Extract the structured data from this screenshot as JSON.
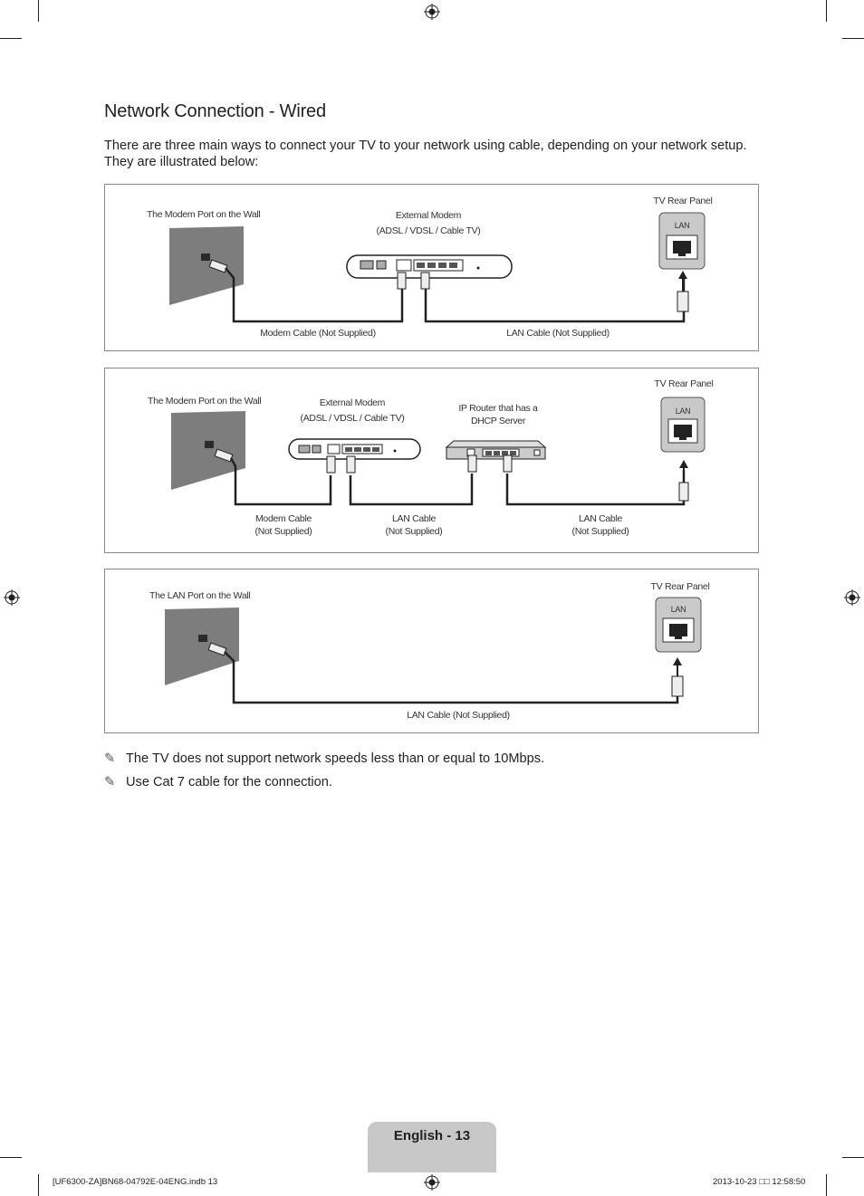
{
  "page": {
    "title": "Network Connection - Wired",
    "intro": "There are three main ways to connect your TV to your network using cable, depending on your network setup. They are illustrated below:"
  },
  "diagram1": {
    "wall_label": "The Modem Port on the Wall",
    "modem_label_1": "External Modem",
    "modem_label_2": "(ADSL / VDSL / Cable TV)",
    "tv_label": "TV Rear Panel",
    "lan_port": "LAN",
    "cable_modem": "Modem Cable (Not Supplied)",
    "cable_lan": "LAN Cable (Not Supplied)"
  },
  "diagram2": {
    "wall_label": "The Modem Port on the Wall",
    "modem_label_1": "External Modem",
    "modem_label_2": "(ADSL / VDSL / Cable TV)",
    "router_label_1": "IP Router that has a",
    "router_label_2": "DHCP Server",
    "tv_label": "TV Rear Panel",
    "lan_port": "LAN",
    "cable_modem_1": "Modem Cable",
    "cable_modem_2": "(Not Supplied)",
    "cable_lan1_1": "LAN Cable",
    "cable_lan1_2": "(Not Supplied)",
    "cable_lan2_1": "LAN Cable",
    "cable_lan2_2": "(Not Supplied)"
  },
  "diagram3": {
    "wall_label": "The LAN Port on the Wall",
    "tv_label": "TV Rear Panel",
    "lan_port": "LAN",
    "cable_lan": "LAN Cable (Not Supplied)"
  },
  "notes": [
    "The TV does not support network speeds less than or equal to 10Mbps.",
    "Use Cat 7 cable for the connection."
  ],
  "note_icon": "pencil-note-icon",
  "footer": {
    "page_label": "English - 13",
    "file": "[UF6300-ZA]BN68-04792E-04ENG.indb   13",
    "timestamp": "2013-10-23   □□ 12:58:50"
  }
}
